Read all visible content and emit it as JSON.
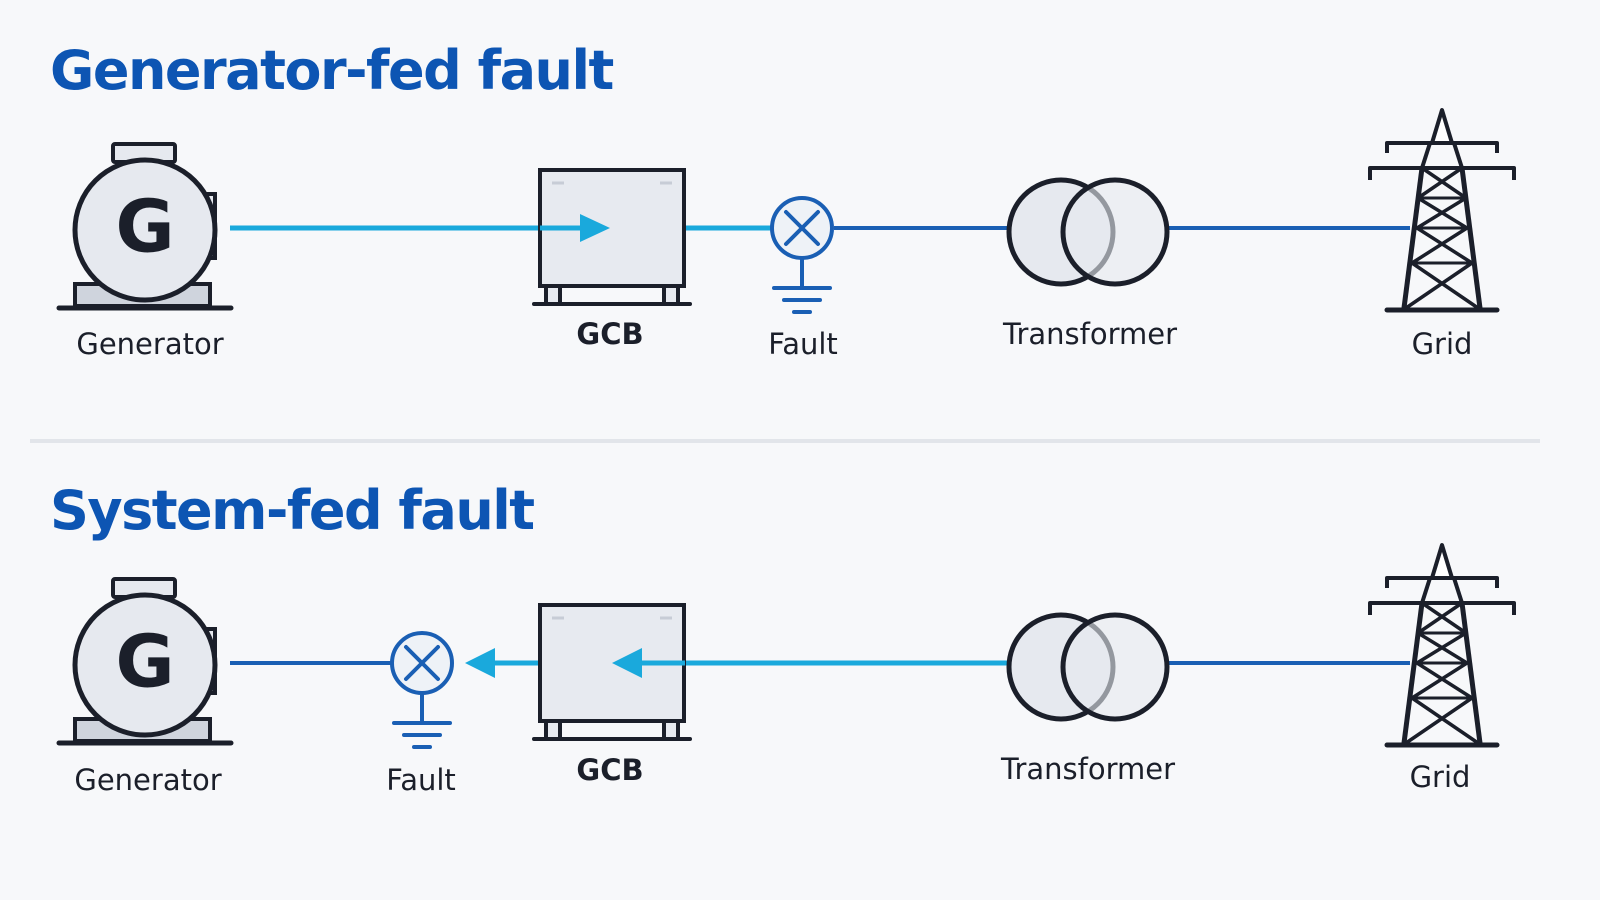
{
  "sections": [
    {
      "title": "Generator-fed fault",
      "labels": {
        "generator": "Generator",
        "gcb": "GCB",
        "fault": "Fault",
        "transformer": "Transformer",
        "grid": "Grid"
      },
      "generator_symbol": "G"
    },
    {
      "title": "System-fed fault",
      "labels": {
        "generator": "Generator",
        "fault": "Fault",
        "gcb": "GCB",
        "transformer": "Transformer",
        "grid": "Grid"
      },
      "generator_symbol": "G"
    }
  ],
  "colors": {
    "title": "#0d55b3",
    "line": "#1a5fb4",
    "current_flow": "#1aa9dc",
    "outline": "#1b1f2a",
    "fill": "#e6e9ef"
  },
  "icons": [
    "generator-icon",
    "gcb-icon",
    "fault-icon",
    "ground-icon",
    "transformer-icon",
    "transmission-tower-icon",
    "current-flow-arrow-icon"
  ]
}
